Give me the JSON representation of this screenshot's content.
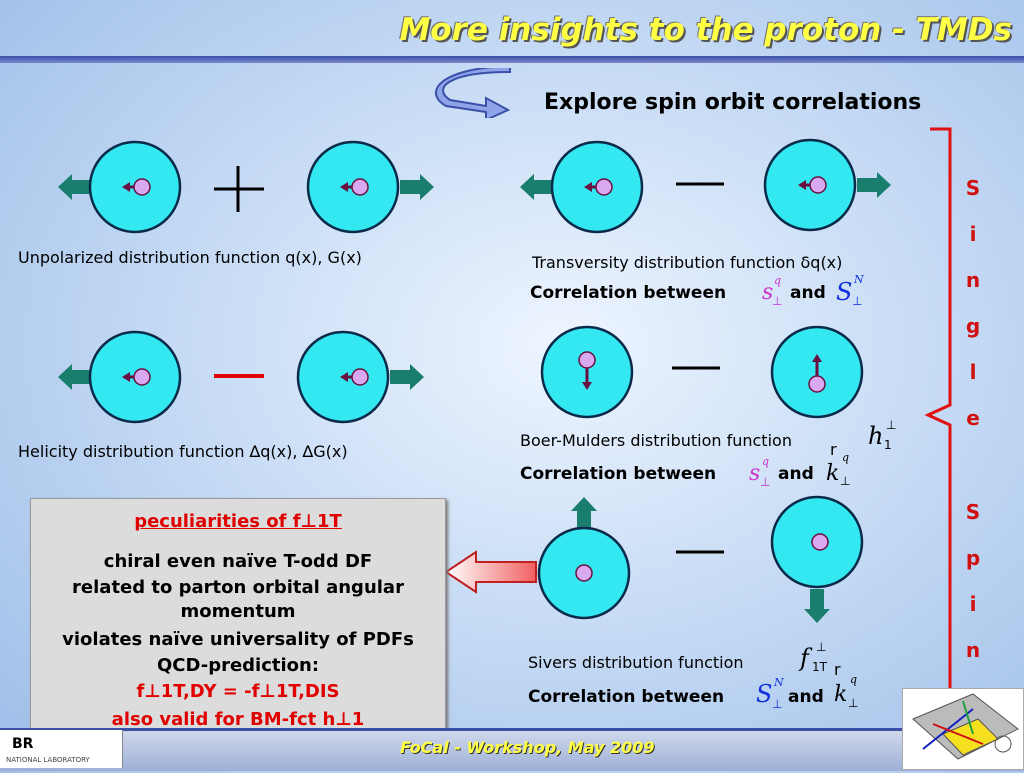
{
  "slide": {
    "title": "More insights to the proton - TMDs",
    "subtitle": "Explore spin orbit correlations",
    "single_spin_letters": [
      "S",
      "i",
      "n",
      "g",
      "l",
      "e",
      "S",
      "p",
      "i",
      "n"
    ],
    "plus": "+",
    "minus": "—",
    "unpolarized": "Unpolarized distribution function q(x), G(x)",
    "helicity": "Helicity distribution function ∆q(x), ∆G(x)",
    "transversity": "Transversity distribution function δq(x)",
    "transversity_corr_prefix": "Correlation between",
    "and": "and",
    "boer_mulders": "Boer-Mulders distribution function",
    "boer_corr_prefix": "Correlation between",
    "sivers": "Sivers distribution function",
    "sivers_corr_prefix": "Correlation between",
    "sym_s_perp_q": "s",
    "sym_S_perp_N": "S",
    "sym_k_perp_q": "k",
    "sym_h": "h",
    "sym_f": "f",
    "sub_perp": "⊥",
    "sup_q": "q",
    "sup_N": "N",
    "sub_1": "1",
    "sub_1T": "1T",
    "stray_r1": "r",
    "stray_r2": "r"
  },
  "box": {
    "heading": "peculiarities of  f⊥1T",
    "line1": "chiral even naïve T-odd DF",
    "line2": "related to parton orbital angular",
    "line3": "momentum",
    "line4": "violates naïve universality of PDFs",
    "line5": "QCD-prediction:",
    "line6": "f⊥1T,DY = -f⊥1T,DIS",
    "line7": "also valid for BM-fct h⊥1"
  },
  "footer": {
    "text": "FoCal - Workshop, May 2009",
    "logo": "BR",
    "logo_sub": "NATIONAL LABORATORY"
  },
  "colors": {
    "title": "#ffff44",
    "proton": "#33e8f0",
    "arrow": "#1a7e6e",
    "quark": "#d8a8f0",
    "red": "#e00000"
  }
}
